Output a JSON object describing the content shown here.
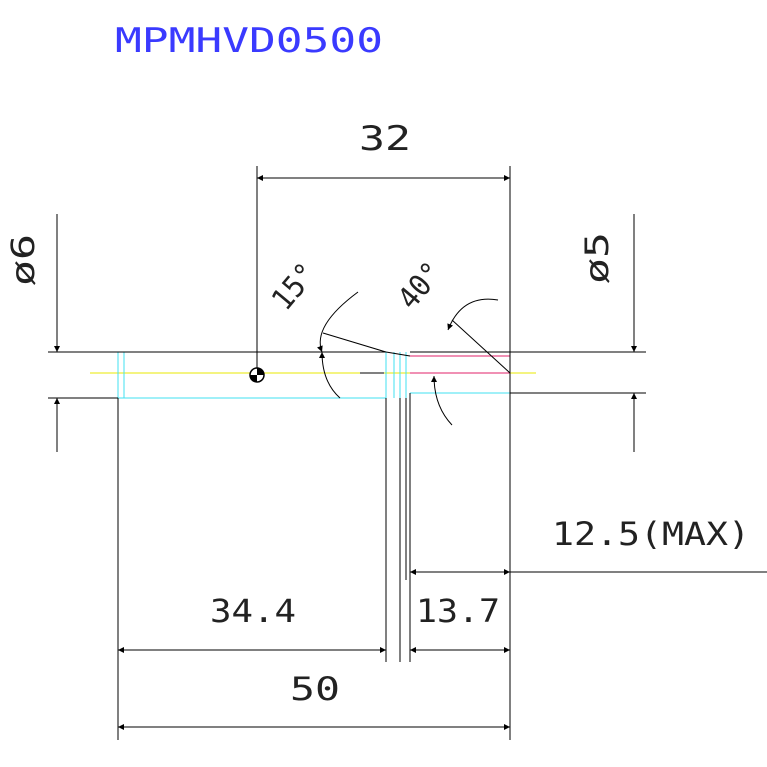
{
  "drawing": {
    "title": "MPMHVD0500",
    "title_color": "#3a3aff",
    "line_color": "#000000",
    "part_outline_color": "#40e0f0",
    "centerline_color": "#e8e800",
    "tip_color": "#e0206a",
    "center_mark_icon": "center-of-gravity-symbol"
  },
  "dimensions": {
    "dim_32": "32",
    "dim_diameter_6": "ø6",
    "dim_diameter_5": "ø5",
    "angle_15": "15°",
    "angle_40": "40°",
    "dim_12_5_max": "12.5(MAX)",
    "dim_34_4": "34.4",
    "dim_13_7": "13.7",
    "dim_50": "50"
  }
}
